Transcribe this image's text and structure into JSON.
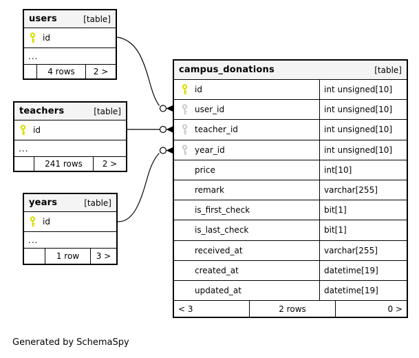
{
  "credit": "Generated by SchemaSpy",
  "colors": {
    "pk_key": "#dddd00",
    "fk_key": "#cccccc",
    "header_bg": "#f4f4f4",
    "line": "#000000"
  },
  "tables": {
    "users": {
      "name": "users",
      "tag": "[table]",
      "columns": [
        {
          "name": "id",
          "key": "pk"
        }
      ],
      "more_indicator": "...",
      "footer": {
        "left": "",
        "center": "4 rows",
        "right": "2 >"
      }
    },
    "teachers": {
      "name": "teachers",
      "tag": "[table]",
      "columns": [
        {
          "name": "id",
          "key": "pk"
        }
      ],
      "more_indicator": "...",
      "footer": {
        "left": "",
        "center": "241 rows",
        "right": "2 >"
      }
    },
    "years": {
      "name": "years",
      "tag": "[table]",
      "columns": [
        {
          "name": "id",
          "key": "pk"
        }
      ],
      "more_indicator": "...",
      "footer": {
        "left": "",
        "center": "1 row",
        "right": "3 >"
      }
    },
    "campus_donations": {
      "name": "campus_donations",
      "tag": "[table]",
      "columns": [
        {
          "name": "id",
          "type": "int unsigned[10]",
          "key": "pk"
        },
        {
          "name": "user_id",
          "type": "int unsigned[10]",
          "key": "fk"
        },
        {
          "name": "teacher_id",
          "type": "int unsigned[10]",
          "key": "fk"
        },
        {
          "name": "year_id",
          "type": "int unsigned[10]",
          "key": "fk"
        },
        {
          "name": "price",
          "type": "int[10]",
          "key": null
        },
        {
          "name": "remark",
          "type": "varchar[255]",
          "key": null
        },
        {
          "name": "is_first_check",
          "type": "bit[1]",
          "key": null
        },
        {
          "name": "is_last_check",
          "type": "bit[1]",
          "key": null
        },
        {
          "name": "received_at",
          "type": "varchar[255]",
          "key": null
        },
        {
          "name": "created_at",
          "type": "datetime[19]",
          "key": null
        },
        {
          "name": "updated_at",
          "type": "datetime[19]",
          "key": null
        }
      ],
      "footer": {
        "left": "< 3",
        "center": "2 rows",
        "right": "0 >"
      }
    }
  },
  "relationships": [
    {
      "from": "users.id",
      "to": "campus_donations.user_id"
    },
    {
      "from": "teachers.id",
      "to": "campus_donations.teacher_id"
    },
    {
      "from": "years.id",
      "to": "campus_donations.year_id"
    }
  ]
}
